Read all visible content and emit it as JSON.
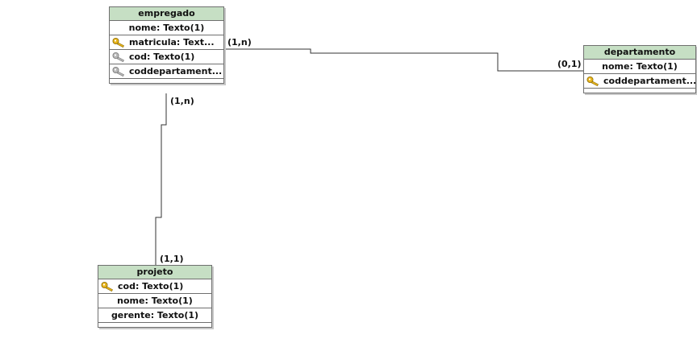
{
  "entities": {
    "empregado": {
      "title": "empregado",
      "attrs": [
        {
          "text": "nome: Texto(1)",
          "key": "none"
        },
        {
          "text": "matricula: Text...",
          "key": "primary"
        },
        {
          "text": "cod: Texto(1)",
          "key": "foreign"
        },
        {
          "text": "coddepartament...",
          "key": "foreign"
        }
      ]
    },
    "departamento": {
      "title": "departamento",
      "attrs": [
        {
          "text": "nome: Texto(1)",
          "key": "none"
        },
        {
          "text": "coddepartament...",
          "key": "primary"
        }
      ]
    },
    "projeto": {
      "title": "projeto",
      "attrs": [
        {
          "text": "cod: Texto(1)",
          "key": "primary"
        },
        {
          "text": "nome: Texto(1)",
          "key": "none"
        },
        {
          "text": "gerente: Texto(1)",
          "key": "none"
        }
      ]
    }
  },
  "relationships": [
    {
      "from": "empregado",
      "to": "departamento",
      "from_cardinality": "(1,n)",
      "to_cardinality": "(0,1)"
    },
    {
      "from": "empregado",
      "to": "projeto",
      "from_cardinality": "(1,n)",
      "to_cardinality": "(1,1)"
    }
  ],
  "colors": {
    "header_fill": "#c6dfc4",
    "border": "#6f6f6f",
    "primary_key": "#e8b51a",
    "foreign_key": "#a9a9a9"
  }
}
